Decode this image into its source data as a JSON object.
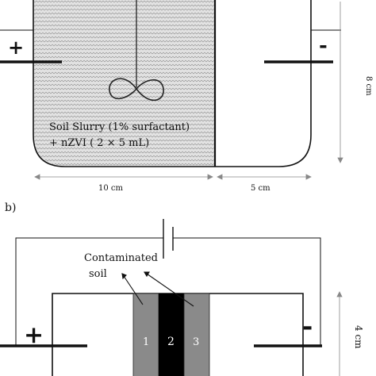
{
  "panel_a": {
    "plus_label": "+",
    "minus_label": "-",
    "slurry_line1": "Soil Slurry (1% surfactant)",
    "slurry_line2": "+ nZVI ( 2 × 5 mL)",
    "dim_width_left": "10 cm",
    "dim_width_right": "5 cm",
    "dim_height": "8 cm"
  },
  "panel_b": {
    "panel_label": "b)",
    "contaminated_label_line1": "Contaminated",
    "contaminated_label_line2": "soil",
    "plus_label": "+",
    "minus_label": "-",
    "section_1": "1",
    "section_2": "2",
    "section_3": "3",
    "dim_height": "4 cm"
  },
  "colors": {
    "slurry_fill": "#d9d9d9",
    "soil_fill": "#8a8a8a",
    "middle_fill": "#000000"
  }
}
